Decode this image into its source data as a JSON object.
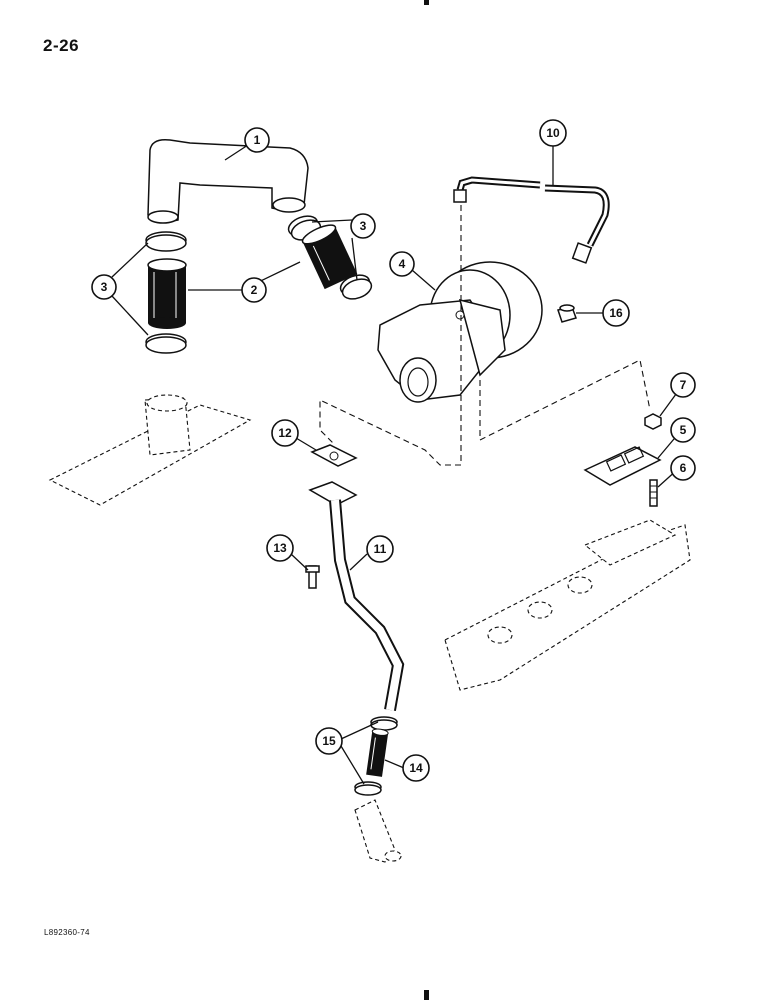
{
  "page": {
    "page_number": "2-26",
    "figure_id": "L892360-74"
  },
  "callouts": [
    {
      "label": "1"
    },
    {
      "label": "2"
    },
    {
      "label": "3"
    },
    {
      "label": "3"
    },
    {
      "label": "4"
    },
    {
      "label": "5"
    },
    {
      "label": "6"
    },
    {
      "label": "7"
    },
    {
      "label": "10"
    },
    {
      "label": "11"
    },
    {
      "label": "12"
    },
    {
      "label": "13"
    },
    {
      "label": "14"
    },
    {
      "label": "15"
    },
    {
      "label": "16"
    }
  ]
}
